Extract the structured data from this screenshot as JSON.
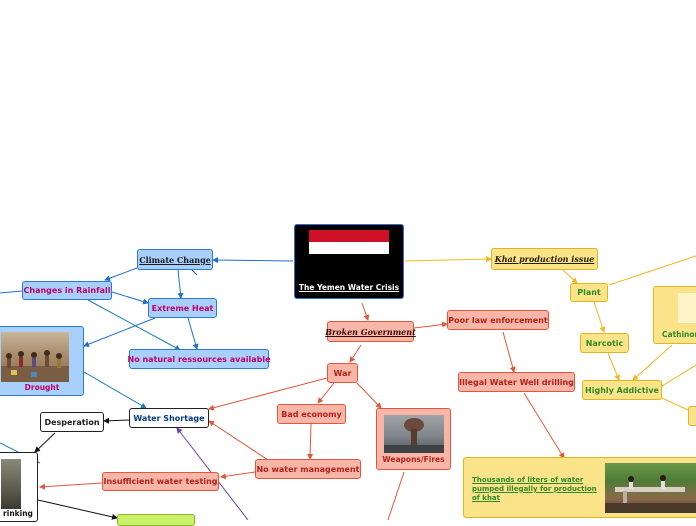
{
  "root": {
    "label": "The Yemen Water Crisis",
    "flag_colors": [
      "#ce1126",
      "#ffffff",
      "#000000"
    ]
  },
  "climate": {
    "title": "Climate Change",
    "rainfall": "Changes in Rainfall",
    "heat": "Extreme Heat",
    "resources": "No natural ressources available",
    "drought": "Drought"
  },
  "shortage": {
    "title": "Water Shortage",
    "desperation": "Desperation",
    "testing": "Insufficient water testing",
    "drinking": "rinking"
  },
  "government": {
    "title": "Broken Government",
    "law": "Poor law enforcement",
    "drilling": "Illegal Water Well drilling",
    "war": "War",
    "economy": "Bad economy",
    "management": "No water management",
    "weapons": "Weapons/Fires"
  },
  "khat": {
    "title": "Khat production issue",
    "plant": "Plant",
    "narcotic": "Narcotic",
    "addictive": "Highly Addictive",
    "cathinone": "Cathinon",
    "thousands": "Thousands of liters of water pumped illegally for production of khat"
  },
  "colors": {
    "blue_link": "#1f6fd0",
    "teal_link": "#1a7fb5",
    "red_link": "#e0573b",
    "yellow_link": "#f0b820",
    "black_link": "#111111",
    "purple_link": "#6a3fb0"
  }
}
